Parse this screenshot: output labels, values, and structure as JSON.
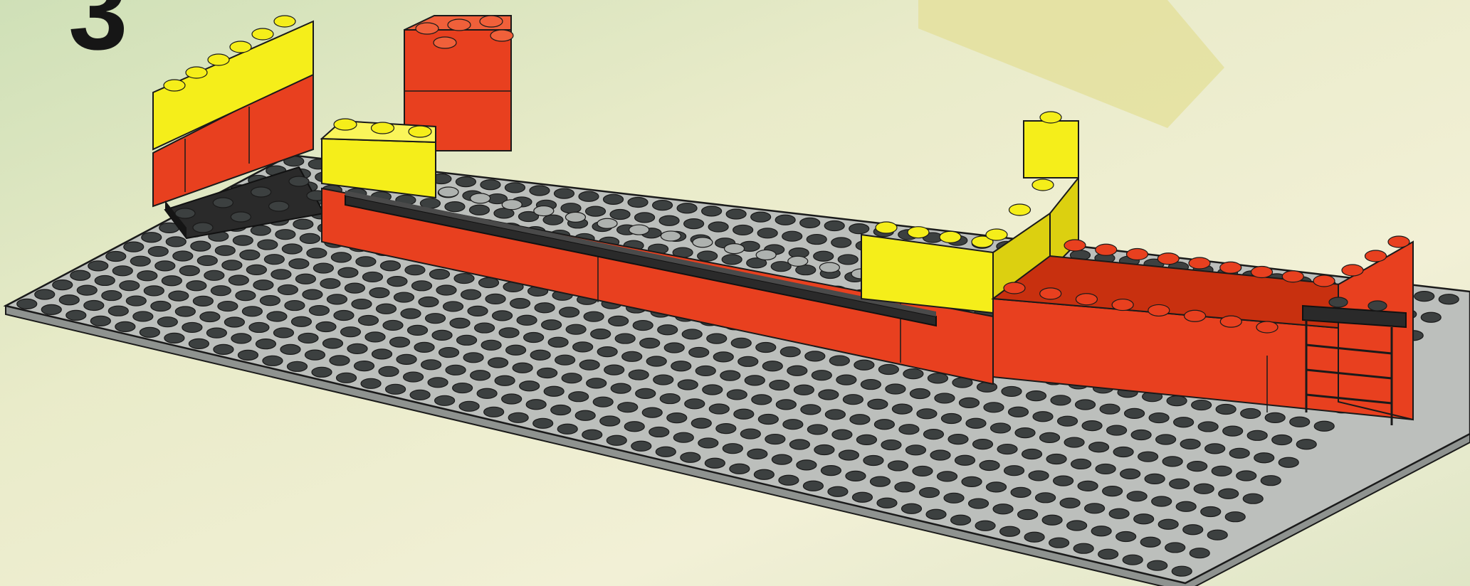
{
  "page": {
    "step_number": "3"
  },
  "colors": {
    "background_light": "#f1f0d6",
    "background_green": "#d3e0bb",
    "tape": "#e3df9a",
    "baseplate_top": "#bcbfbc",
    "baseplate_edge": "#8f9390",
    "stud_dark": "#3c4040",
    "stud_light": "#aeb2af",
    "red_face": "#e8401f",
    "red_dark": "#c8300f",
    "red_top": "#f0603a",
    "yellow_face": "#f5ee1a",
    "yellow_side": "#dcd010",
    "yellow_top": "#faf55a",
    "black_plate": "#2a2a2a",
    "outline": "#1a1a1a"
  },
  "scene": {
    "description_parts": [
      "baseplate",
      "left-red-yellow-wall",
      "red-2x2-tower",
      "yellow-2x4-brick",
      "black-2x4-plate",
      "black-long-plates",
      "red-long-wall",
      "yellow-corner-bricks",
      "right-red-wall",
      "black-ladder"
    ]
  }
}
